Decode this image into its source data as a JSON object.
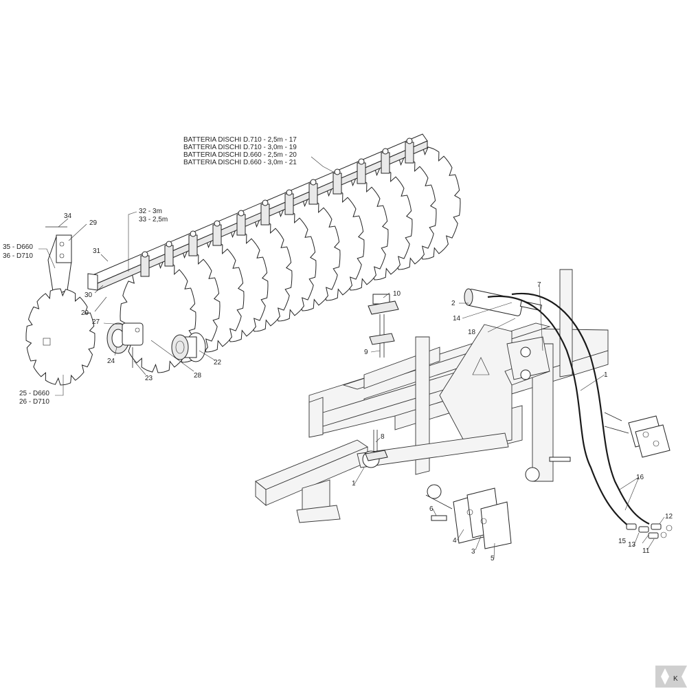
{
  "assembly_labels": [
    "BATTERIA DISCHI D.710 - 2,5m - 17",
    "BATTERIA DISCHI D.710 - 3,0m - 19",
    "BATTERIA DISCHI D.660 - 2,5m - 20",
    "BATTERIA DISCHI D.660 - 3,0m - 21"
  ],
  "group_labels": {
    "g32": "32 - 3m",
    "g33": "33 - 2,5m",
    "g35": "35 - D660",
    "g36": "36 - D710",
    "g25": "25 - D660",
    "g26": "26 - D710"
  },
  "callouts": {
    "c1a": "1",
    "c1b": "1",
    "c2": "2",
    "c3": "3",
    "c4": "4",
    "c5": "5",
    "c6": "6",
    "c7": "7",
    "c8": "8",
    "c9": "9",
    "c10": "10",
    "c11": "11",
    "c12": "12",
    "c13": "13",
    "c14": "14",
    "c15": "15",
    "c16": "16",
    "c18": "18",
    "c22": "22",
    "c23": "23",
    "c24": "24",
    "c27": "27",
    "c28": "28",
    "c29a": "29",
    "c29b": "29",
    "c30": "30",
    "c31": "31",
    "c34": "34"
  },
  "logo": "K",
  "colors": {
    "line": "#222222",
    "logo": "#cfcfcf"
  }
}
